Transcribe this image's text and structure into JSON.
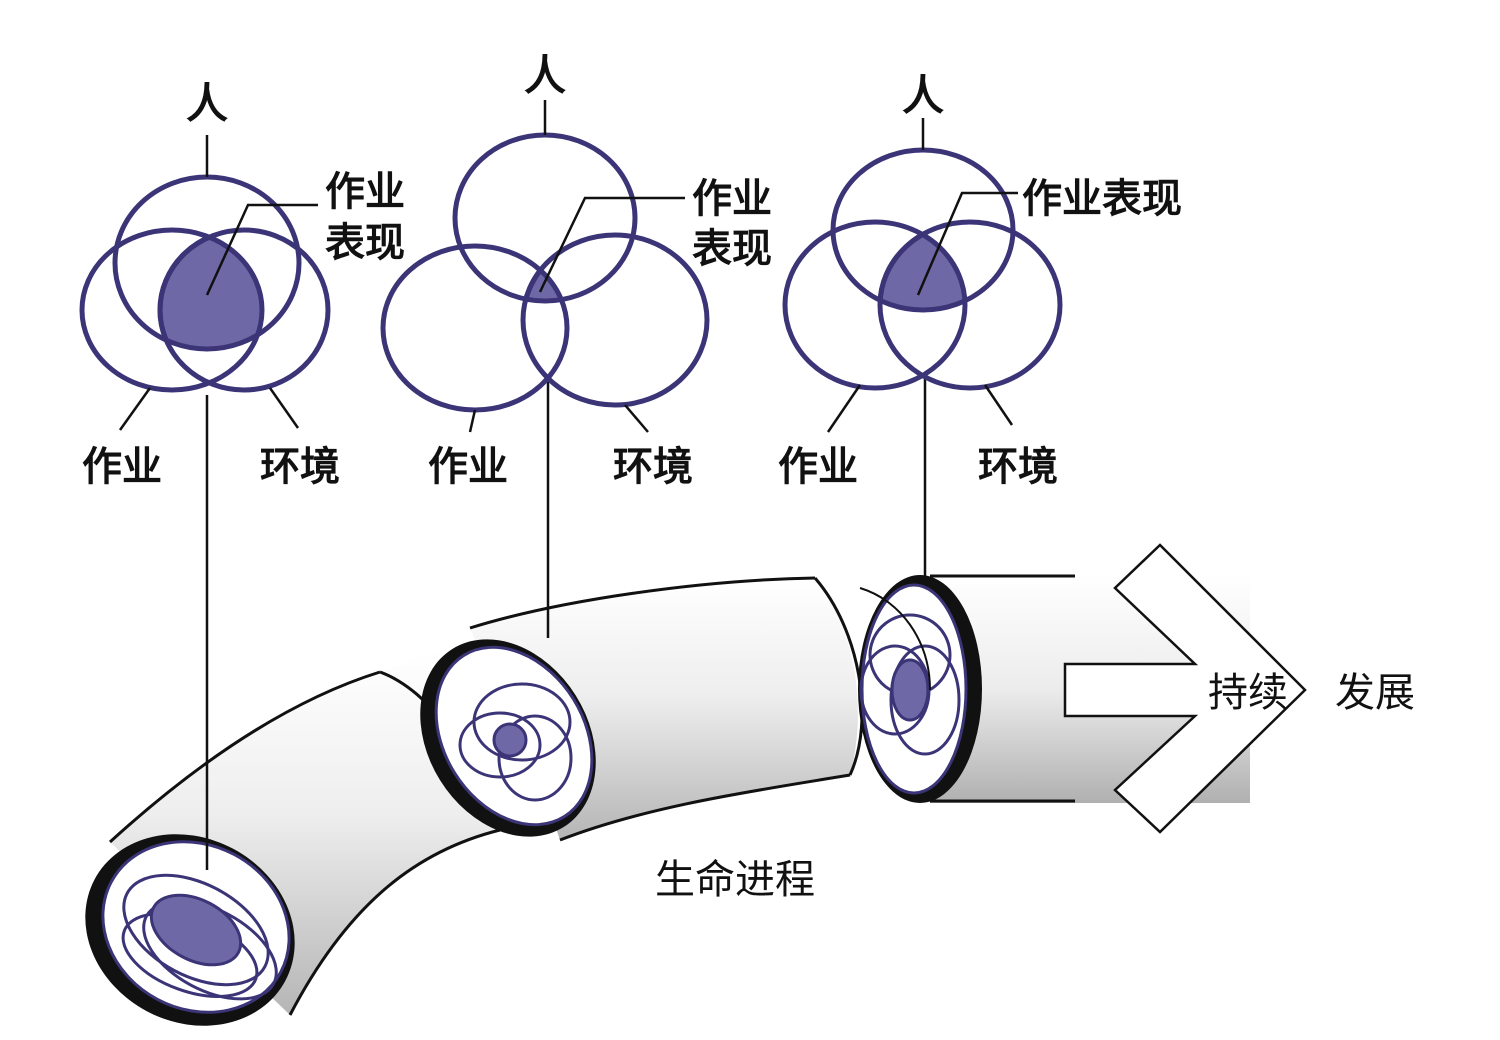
{
  "colors": {
    "ring": "#3b3578",
    "overlap_fill": "#6e69a6",
    "tube_light": "#f4f4f4",
    "tube_dark": "#b9b9b9",
    "line": "#111111"
  },
  "diagrams": [
    {
      "person": "人",
      "task": "作业",
      "environment": "环境",
      "performance_line1": "作业",
      "performance_line2": "表现"
    },
    {
      "person": "人",
      "task": "作业",
      "environment": "环境",
      "performance_line1": "作业",
      "performance_line2": "表现"
    },
    {
      "person": "人",
      "task": "作业",
      "environment": "环境",
      "performance": "作业表现"
    }
  ],
  "life_process": "生命进程",
  "arrow": {
    "left": "持续",
    "right": "发展"
  }
}
